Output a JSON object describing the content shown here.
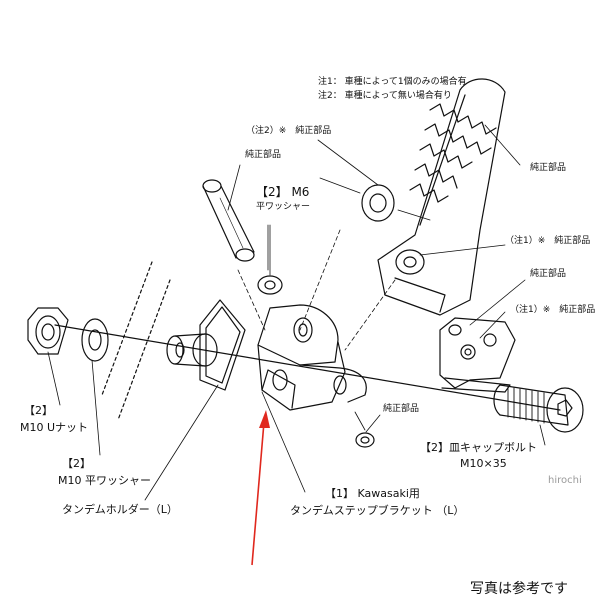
{
  "notes": {
    "note1": "注1： 車種によって1個のみの場合有",
    "note2": "注2： 車種によって無い場合有り"
  },
  "labels": {
    "genuine_note2": "（注2）※　純正部品",
    "genuine_footpeg": "純正部品",
    "genuine_pin": "純正部品",
    "m6_title": "【2】 M6",
    "m6_sub": "平ワッシャー",
    "genuine_note1_a": "（注1）※　純正部品",
    "genuine_right": "純正部品",
    "genuine_note1_b": "（注1）※　純正部品",
    "genuine_clip": "純正部品",
    "m10_nut_title": "【2】",
    "m10_nut_sub": "M10 Uナット",
    "m10_washer_title": "【2】",
    "m10_washer_sub": "M10 平ワッシャー",
    "tandem_holder": "タンデムホルダー（L）",
    "cap_bolt_title": "【2】皿キャップボルト",
    "cap_bolt_sub": "M10×35",
    "bracket_title": "【1】 Kawasaki用",
    "bracket_sub": "タンデムステップブラケット （L）",
    "watermark": "hirochi",
    "footnote": "写真は参考です"
  },
  "colors": {
    "ink": "#111111",
    "arrow": "#e0281e",
    "watermark": "#9a9a9a"
  }
}
